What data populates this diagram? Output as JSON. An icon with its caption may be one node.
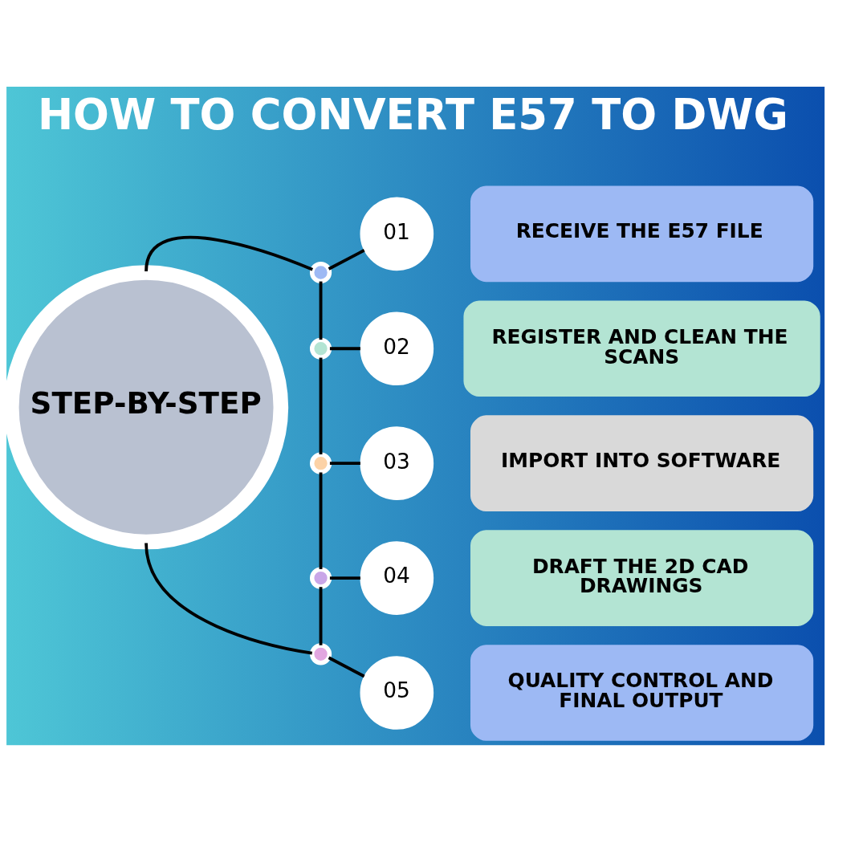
{
  "diagram": {
    "title": "HOW TO CONVERT E57 TO DWG",
    "nodes": [
      {
        "text": [
          "STEP-BY-STEP"
        ]
      },
      {
        "text": [
          "01"
        ]
      },
      {
        "text": [
          "RECEIVE THE E57 FILE"
        ]
      },
      {
        "text": [
          "02"
        ]
      },
      {
        "text": [
          "REGISTER AND CLEAN THE SCANS"
        ]
      },
      {
        "text": [
          "03"
        ]
      },
      {
        "text": [
          "IMPORT INTO SOFTWARE"
        ]
      },
      {
        "text": [
          "04"
        ]
      },
      {
        "text": [
          "DRAFT THE 2D CAD DRAWINGS"
        ]
      },
      {
        "text": [
          "05"
        ]
      },
      {
        "text": [
          "QUALITY CONTROL AND FINAL OUTPUT"
        ]
      },
      {
        "text": [],
        "shape": "circle"
      },
      {
        "text": [],
        "shape": "circle"
      },
      {
        "text": [],
        "shape": "circle"
      },
      {
        "text": [],
        "shape": "circle"
      },
      {
        "text": [],
        "shape": "circle"
      }
    ],
    "edges": [
      {
        "from": 0,
        "to": 11,
        "arrow": "none"
      },
      {
        "from": 11,
        "to": 12,
        "arrow": "none"
      },
      {
        "from": 12,
        "to": 13,
        "arrow": "none"
      },
      {
        "from": 13,
        "to": 14,
        "arrow": "none"
      },
      {
        "from": 14,
        "to": 15,
        "arrow": "none"
      },
      {
        "from": 15,
        "to": 0,
        "arrow": "none"
      },
      {
        "from": 11,
        "to": 1,
        "arrow": "none"
      },
      {
        "from": 12,
        "to": 3,
        "arrow": "none"
      },
      {
        "from": 13,
        "to": 5,
        "arrow": "none"
      },
      {
        "from": 14,
        "to": 7,
        "arrow": "none"
      },
      {
        "from": 15,
        "to": 9,
        "arrow": "none"
      }
    ]
  }
}
